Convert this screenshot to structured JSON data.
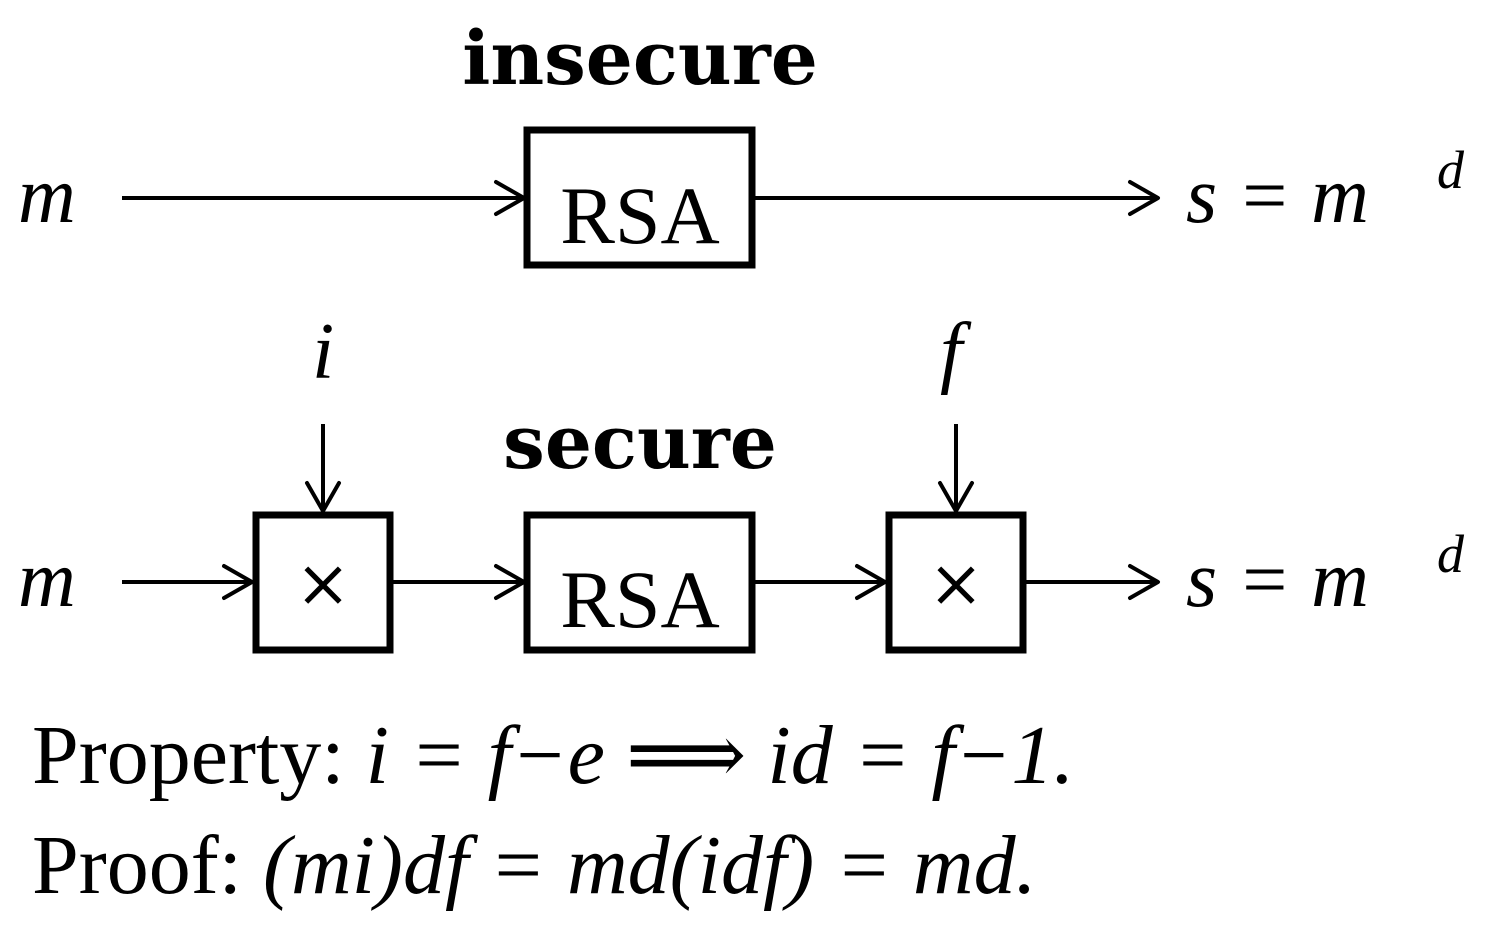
{
  "insecure": {
    "title": "insecure",
    "input": "m",
    "box": "RSA",
    "output": "s = m",
    "output_exp": "d"
  },
  "secure": {
    "title": "secure",
    "input": "m",
    "left_multiplier_input": "i",
    "right_multiplier_input": "f",
    "left_box": "×",
    "middle_box": "RSA",
    "right_box": "×",
    "output": "s = m",
    "output_exp": "d"
  },
  "property": {
    "label": "Property:",
    "formula": "i = f−e ⟹ id = f−1."
  },
  "proof": {
    "label": "Proof:",
    "formula": "(mi)df = md(idf) = md."
  }
}
